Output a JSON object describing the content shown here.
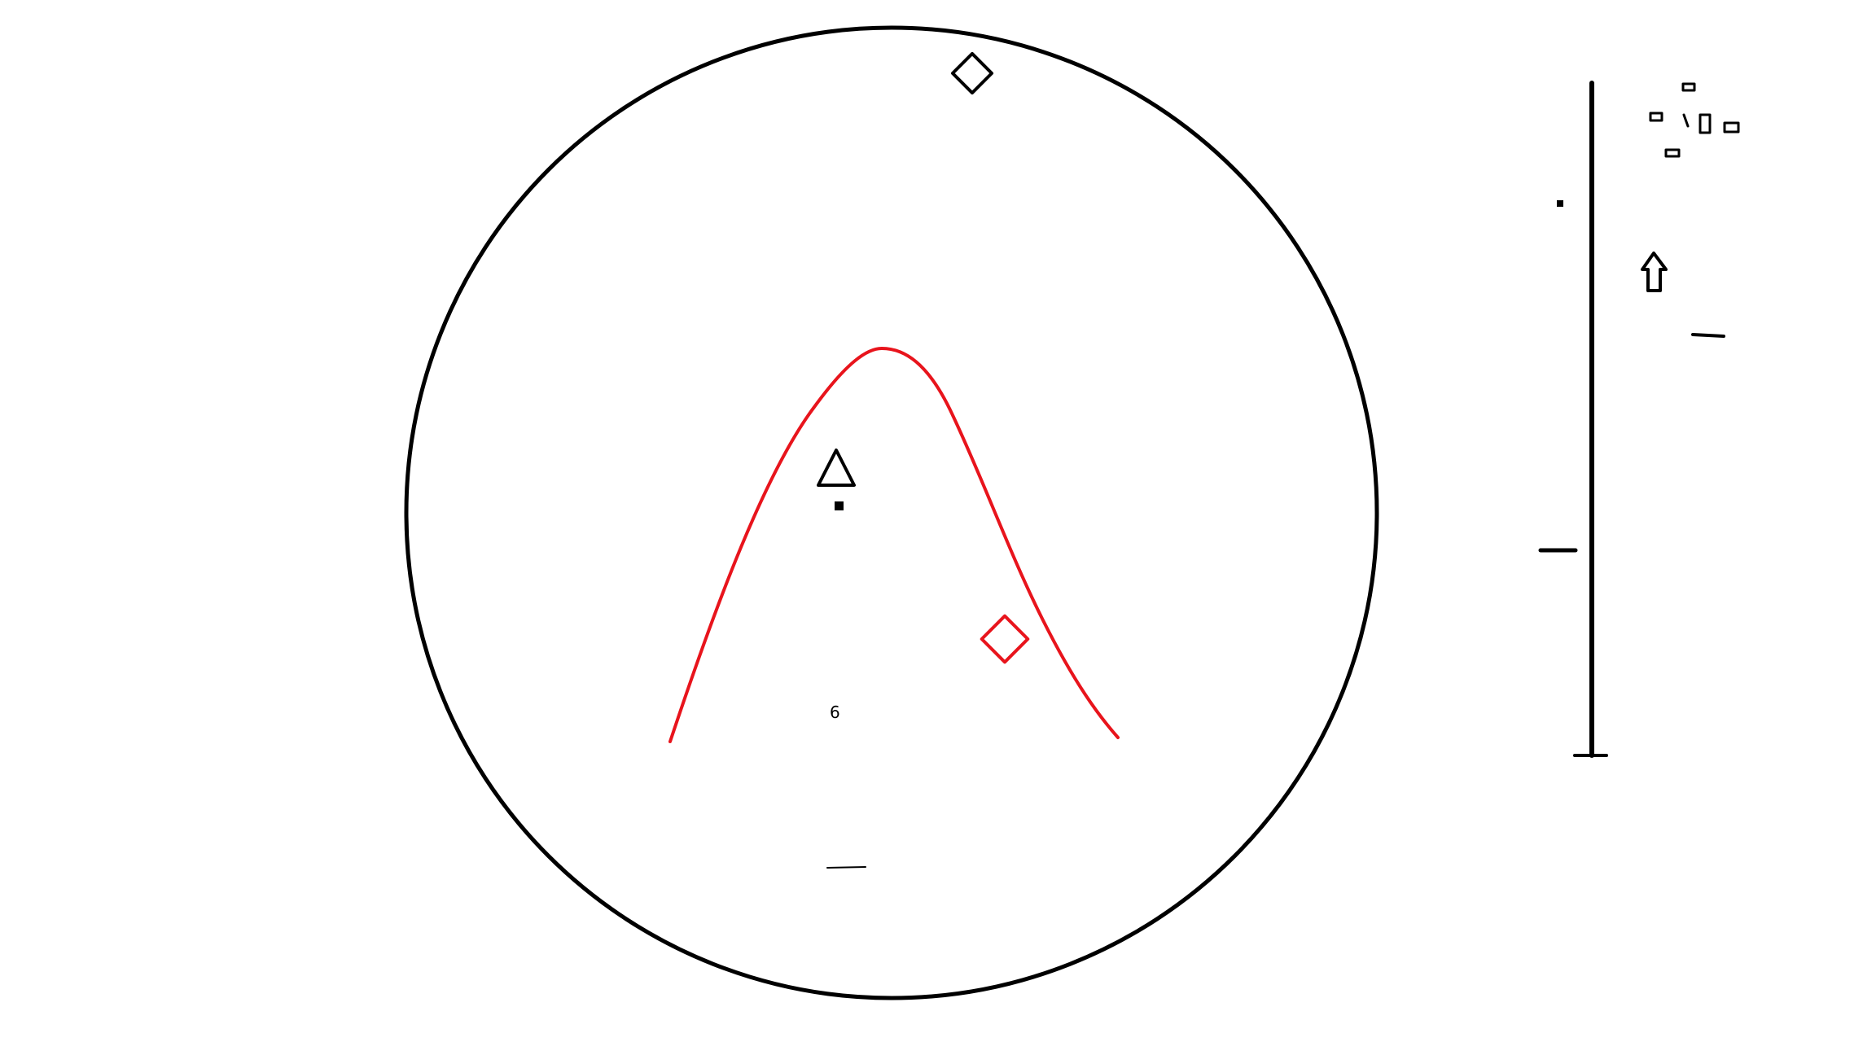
{
  "canvas": {
    "background": "#ffffff"
  },
  "colors": {
    "ink": "#000000",
    "accent": "#e8141c"
  },
  "circle_scene": {
    "curve": {
      "shape": "bell",
      "color": "#e8141c"
    },
    "handwritten_mark": "6",
    "shapes": [
      {
        "name": "diamond",
        "color": "#000000"
      },
      {
        "name": "triangle",
        "color": "#000000"
      },
      {
        "name": "square-dot",
        "color": "#000000"
      },
      {
        "name": "diamond",
        "color": "#e8141c"
      },
      {
        "name": "dash",
        "color": "#000000"
      }
    ]
  },
  "side_panel": {
    "scale_bar": {
      "has_mid_tick": true,
      "has_bottom_tick": true
    },
    "icons": [
      "small-rectangles-cluster-icon",
      "up-arrow-icon",
      "dot-icon",
      "dash-icon"
    ]
  }
}
